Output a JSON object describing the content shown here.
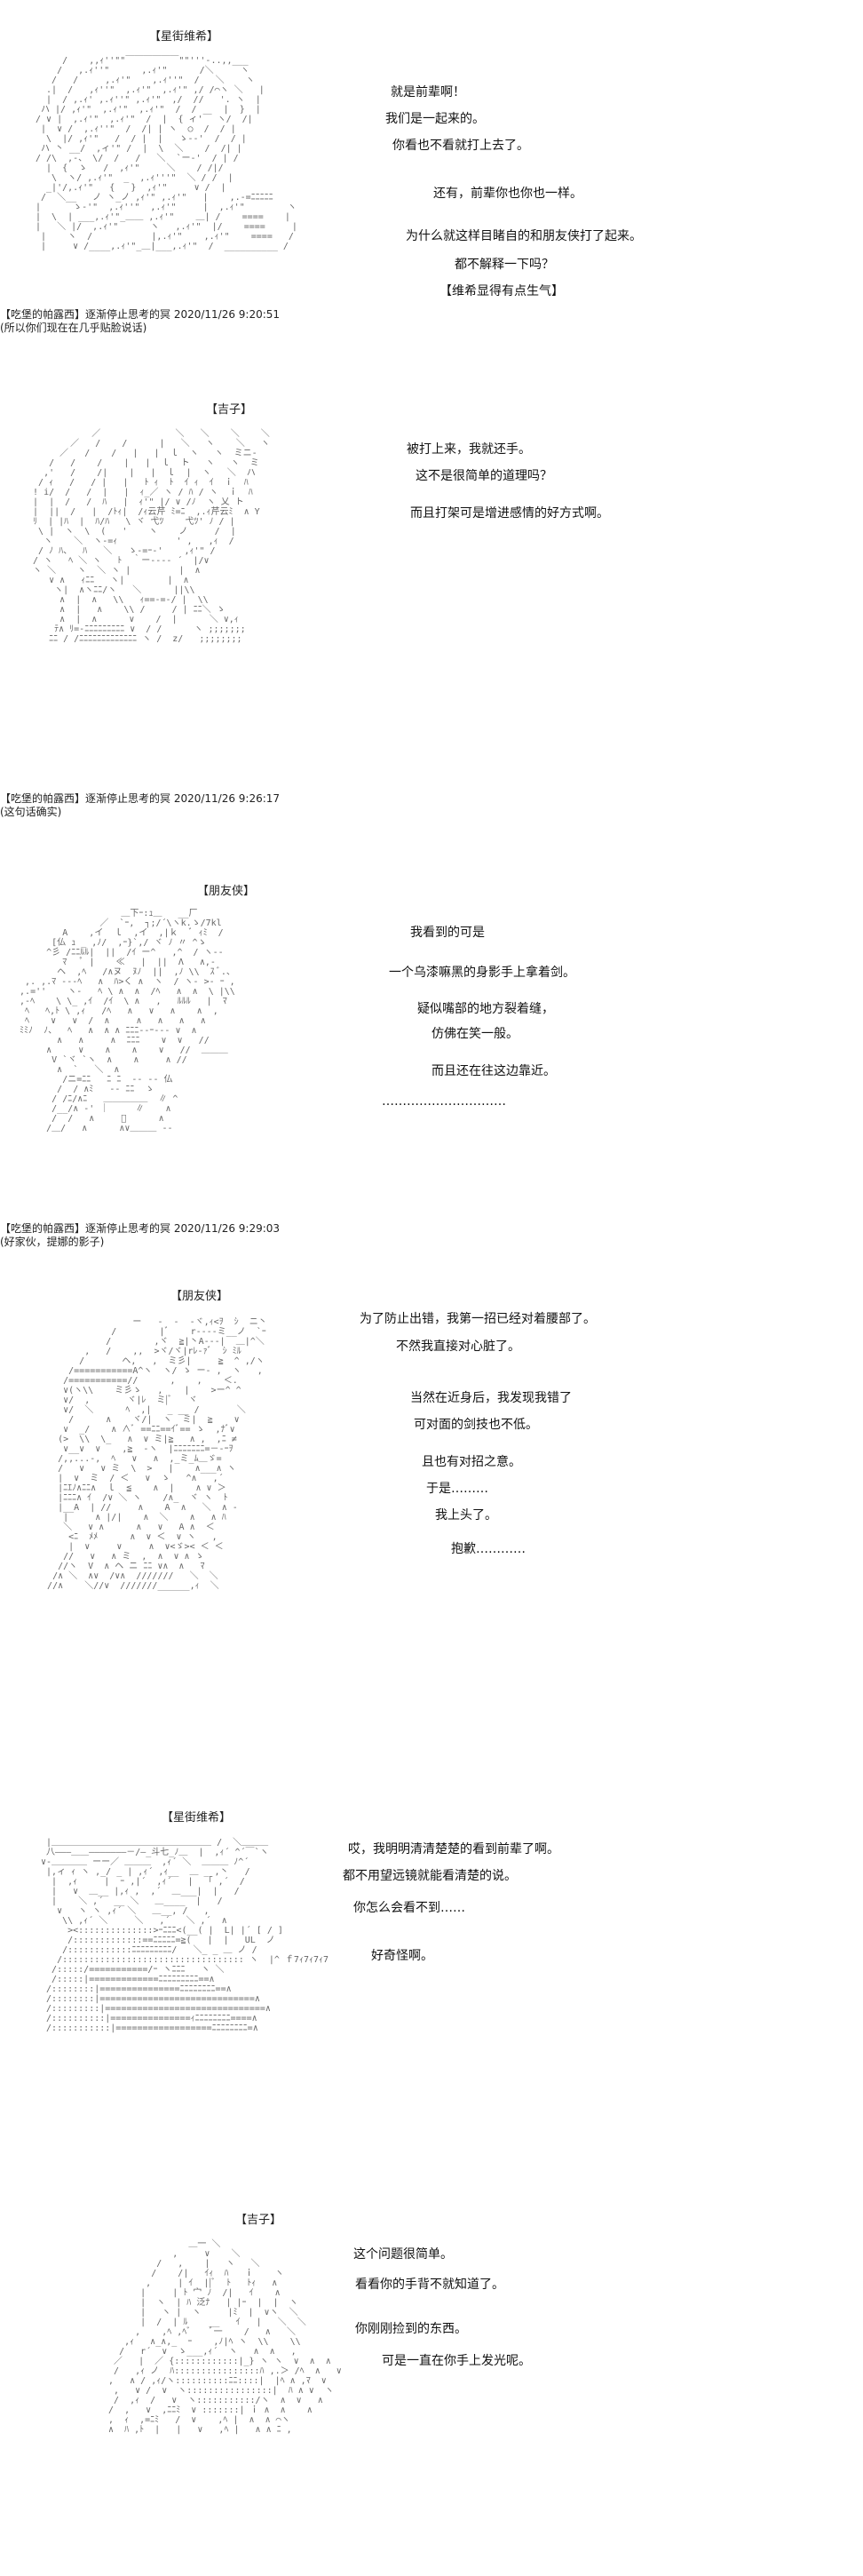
{
  "panels": [
    {
      "name": "星街维希",
      "lines": [
        "就是前辈啊！",
        "我们是一起来的。",
        "你看也不看就打上去了。",
        "还有，前辈你也你也一样。",
        "为什么就这样目睹自的和朋友侠打了起来。",
        "都不解释一下吗？",
        "【维希显得有点生气】"
      ],
      "meta": [
        "【吃堡的帕露西】逐渐停止思考的冥 2020/11/26 9:20:51",
        "(所以你们现在在几乎贴脸说话)"
      ]
    },
    {
      "name": "吉子",
      "lines": [
        "被打上来，我就还手。",
        "这不是很简单的道理吗？",
        "而且打架可是增进感情的好方式啊。"
      ],
      "meta": [
        "【吃堡的帕露西】逐渐停止思考的冥 2020/11/26 9:26:17",
        "(这句话确实)"
      ]
    },
    {
      "name": "朋友侠",
      "lines": [
        "我看到的可是",
        "一个乌漆嘛黑的身影手上拿着剑。",
        "疑似嘴部的地方裂着缝，",
        "仿佛在笑一般。",
        "而且还在往这边靠近。",
        "…………………………"
      ],
      "meta": [
        "【吃堡的帕露西】逐渐停止思考的冥 2020/11/26 9:29:03",
        "(好家伙，提娜的影子)"
      ]
    },
    {
      "name": "朋友侠",
      "lines": [
        "为了防止出错，我第一招已经对着腰部了。",
        "不然我直接对心脏了。",
        "当然在近身后，我发现我错了",
        "可对面的剑技也不低。",
        "且也有对招之意。",
        "于是………",
        "我上头了。",
        "抱歉…………"
      ],
      "meta": []
    },
    {
      "name": "星街维希",
      "lines": [
        "哎，我明明清清楚楚的看到前辈了啊。",
        "都不用望远镜就能看清楚的说。",
        "你怎么会看不到……",
        "好奇怪啊。"
      ],
      "meta": []
    },
    {
      "name": "吉子",
      "lines": [
        "这个问题很简单。",
        "看看你的手背不就知道了。",
        "你刚刚捡到的东西。",
        "可是一直在你手上发光呢。"
      ],
      "meta": []
    }
  ]
}
